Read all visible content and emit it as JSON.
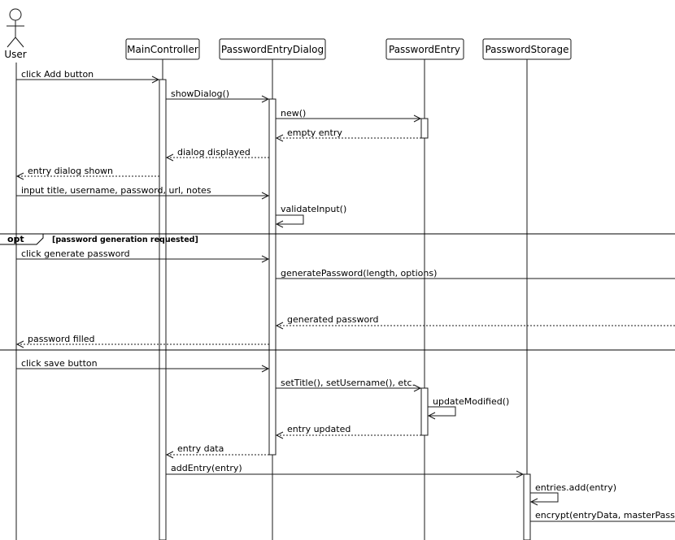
{
  "actor": {
    "label": "User"
  },
  "participants": [
    {
      "id": "main",
      "label": "MainController"
    },
    {
      "id": "dialog",
      "label": "PasswordEntryDialog"
    },
    {
      "id": "entry",
      "label": "PasswordEntry"
    },
    {
      "id": "storage",
      "label": "PasswordStorage"
    }
  ],
  "messages": [
    {
      "id": "m1",
      "label": "click Add button"
    },
    {
      "id": "m2",
      "label": "showDialog()"
    },
    {
      "id": "m3",
      "label": "new()"
    },
    {
      "id": "m4",
      "label": "empty entry"
    },
    {
      "id": "m5",
      "label": "dialog displayed"
    },
    {
      "id": "m6",
      "label": "entry dialog shown"
    },
    {
      "id": "m7",
      "label": "input title, username, password, url, notes"
    },
    {
      "id": "m8",
      "label": "validateInput()"
    },
    {
      "id": "m9",
      "label": "click generate password"
    },
    {
      "id": "m10",
      "label": "generatePassword(length, options)"
    },
    {
      "id": "m11",
      "label": "generated password"
    },
    {
      "id": "m12",
      "label": "password filled"
    },
    {
      "id": "m13",
      "label": "click save button"
    },
    {
      "id": "m14",
      "label": "setTitle(), setUsername(), etc."
    },
    {
      "id": "m15",
      "label": "updateModified()"
    },
    {
      "id": "m16",
      "label": "entry updated"
    },
    {
      "id": "m17",
      "label": "entry data"
    },
    {
      "id": "m18",
      "label": "addEntry(entry)"
    },
    {
      "id": "m19",
      "label": "entries.add(entry)"
    },
    {
      "id": "m20",
      "label": "encrypt(entryData, masterPassword)"
    }
  ],
  "frame": {
    "operator": "opt",
    "guard": "[password generation requested]"
  }
}
